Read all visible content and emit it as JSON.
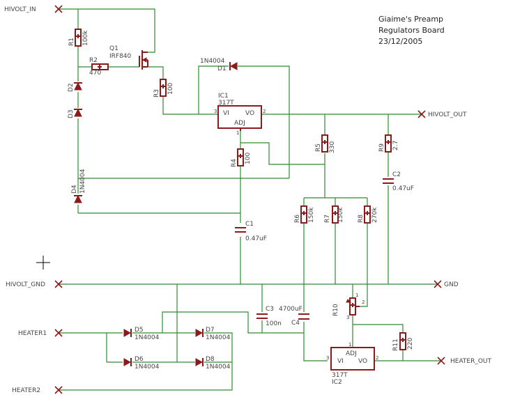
{
  "title": {
    "line1": "Giaime's Preamp",
    "line2": "Regulators Board",
    "line3": "23/12/2005"
  },
  "ports": {
    "hivolt_in": "HIVOLT_IN",
    "hivolt_out": "HIVOLT_OUT",
    "hivolt_gnd": "HIVOLT_GND",
    "gnd": "GND",
    "heater1": "HEATER1",
    "heater2": "HEATER2",
    "heater_out": "HEATER_OUT"
  },
  "components": {
    "r1": {
      "name": "R1",
      "value": "100k"
    },
    "r2": {
      "name": "R2",
      "value": "470"
    },
    "r3": {
      "name": "R3",
      "value": "100"
    },
    "r4": {
      "name": "R4",
      "value": "100"
    },
    "r5": {
      "name": "R5",
      "value": "330"
    },
    "r6": {
      "name": "R6",
      "value": "150k"
    },
    "r7": {
      "name": "R7",
      "value": "150k"
    },
    "r8": {
      "name": "R8",
      "value": "270k"
    },
    "r9": {
      "name": "R9",
      "value": "2.7"
    },
    "r10": {
      "name": "R10"
    },
    "r11": {
      "name": "R11",
      "value": "220"
    },
    "q1": {
      "name": "Q1",
      "value": "IRF840"
    },
    "d1": {
      "name": "D1",
      "value": "1N4004"
    },
    "d2": {
      "name": "D2"
    },
    "d3": {
      "name": "D3"
    },
    "d4": {
      "name": "D4",
      "value": "1N4004"
    },
    "d5": {
      "name": "D5",
      "value": "1N4004"
    },
    "d6": {
      "name": "D6",
      "value": "1N4004"
    },
    "d7": {
      "name": "D7",
      "value": "1N4004"
    },
    "d8": {
      "name": "D8",
      "value": "1N4004"
    },
    "c1": {
      "name": "C1",
      "value": "0.47uF"
    },
    "c2": {
      "name": "C2",
      "value": "0.47uF"
    },
    "c3": {
      "name": "C3",
      "value": "100n"
    },
    "c4": {
      "name": "C4",
      "value": "4700uF"
    },
    "ic1": {
      "name": "IC1",
      "value": "317T",
      "vi": "VI",
      "vo": "VO",
      "adj": "ADJ",
      "pin1": "1",
      "pin2": "2",
      "pin3": "3"
    },
    "ic2": {
      "name": "IC2",
      "value": "317T",
      "vi": "VI",
      "vo": "VO",
      "adj": "ADJ",
      "pin1": "1",
      "pin2": "2",
      "pin3": "3"
    },
    "r10_pins": {
      "p1": "1",
      "p2": "2",
      "p3": "3"
    }
  },
  "colors": {
    "wire": "#2e8b2e",
    "part": "#8b1a1a",
    "label": "#444444"
  }
}
